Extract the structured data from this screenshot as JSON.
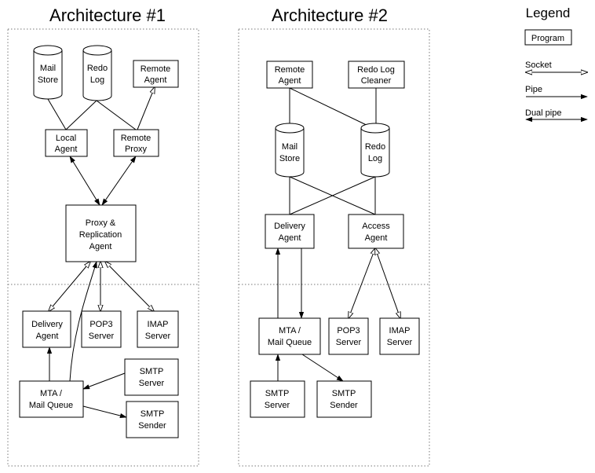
{
  "titles": {
    "arch1": "Architecture #1",
    "arch2": "Architecture #2",
    "legend": "Legend"
  },
  "legend": {
    "program": "Program",
    "socket": "Socket",
    "pipe": "Pipe",
    "dual_pipe": "Dual pipe"
  },
  "arch1": {
    "mail_store": [
      "Mail",
      "Store"
    ],
    "redo_log": [
      "Redo",
      "Log"
    ],
    "remote_agent": [
      "Remote",
      "Agent"
    ],
    "local_agent": [
      "Local",
      "Agent"
    ],
    "remote_proxy": [
      "Remote",
      "Proxy"
    ],
    "proxy_replication": [
      "Proxy &",
      "Replication",
      "Agent"
    ],
    "delivery_agent": [
      "Delivery",
      "Agent"
    ],
    "pop3": [
      "POP3",
      "Server"
    ],
    "imap": [
      "IMAP",
      "Server"
    ],
    "mta": [
      "MTA /",
      "Mail Queue"
    ],
    "smtp_server": [
      "SMTP",
      "Server"
    ],
    "smtp_sender": [
      "SMTP",
      "Sender"
    ]
  },
  "arch2": {
    "remote_agent": [
      "Remote",
      "Agent"
    ],
    "redo_cleaner": [
      "Redo Log",
      "Cleaner"
    ],
    "mail_store": [
      "Mail",
      "Store"
    ],
    "redo_log": [
      "Redo",
      "Log"
    ],
    "delivery_agent": [
      "Delivery",
      "Agent"
    ],
    "access_agent": [
      "Access",
      "Agent"
    ],
    "mta": [
      "MTA /",
      "Mail Queue"
    ],
    "pop3": [
      "POP3",
      "Server"
    ],
    "imap": [
      "IMAP",
      "Server"
    ],
    "smtp_server": [
      "SMTP",
      "Server"
    ],
    "smtp_sender": [
      "SMTP",
      "Sender"
    ]
  }
}
